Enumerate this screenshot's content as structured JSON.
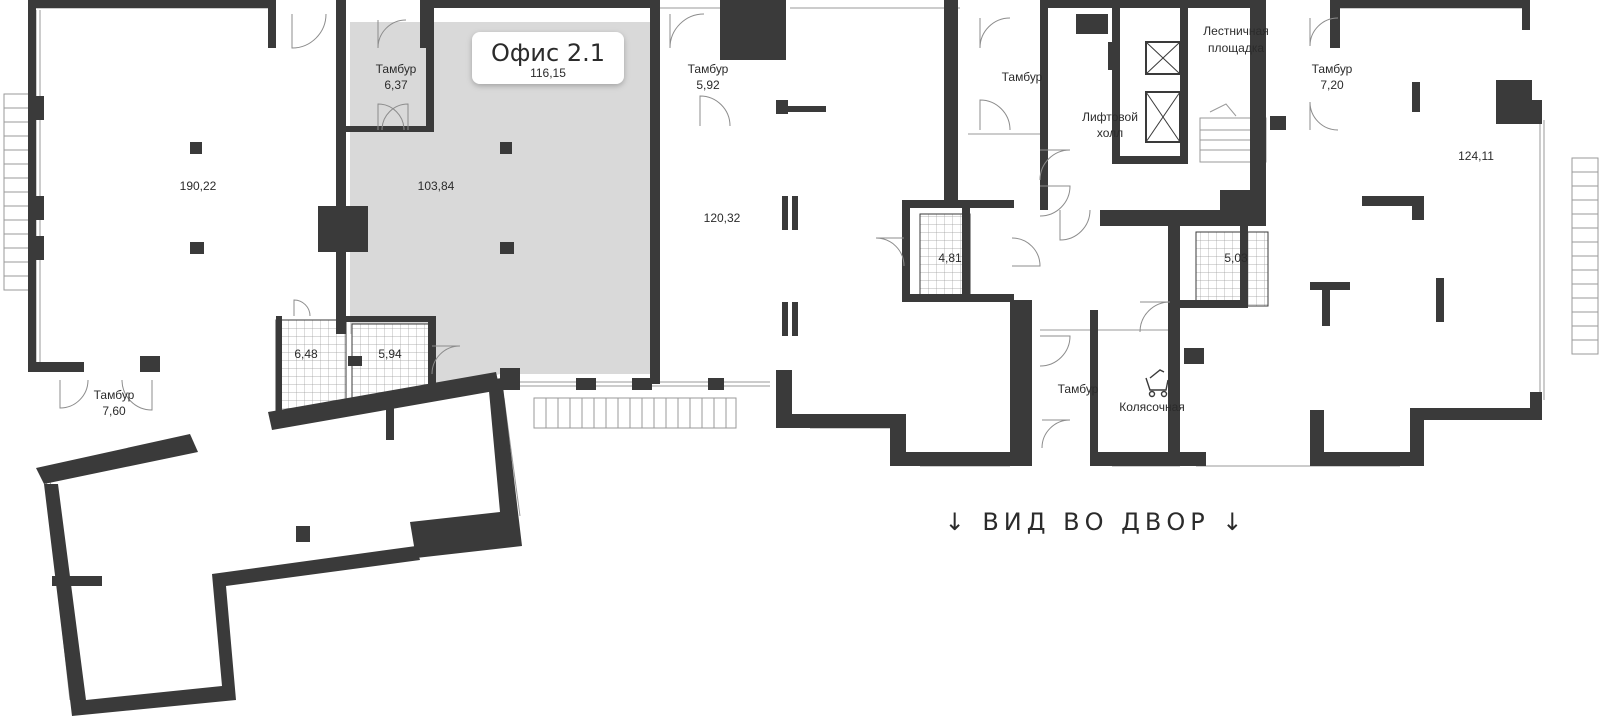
{
  "highlight": {
    "title": "Офис 2.1",
    "area": "116,15",
    "color": "#d9d9d9"
  },
  "rooms": {
    "r190": "190,22",
    "r103": "103,84",
    "r120": "120,32",
    "r124": "124,11",
    "r648": "6,48",
    "r594": "5,94",
    "r481": "4,81",
    "r503": "5,03",
    "vest1_name": "Тамбур",
    "vest1_area": "6,37",
    "vest2_name": "Тамбур",
    "vest2_area": "5,92",
    "vest3_name": "Тамбур",
    "vest4_name": "Тамбур",
    "vest4_area": "7,20",
    "vest5_name": "Тамбур",
    "vest5_area": "7,60",
    "vest6_name": "Тамбур",
    "lift_hall_1": "Лифтовой",
    "lift_hall_2": "холл",
    "stair_1": "Лестничная",
    "stair_2": "площадка",
    "stroller": "Колясочная"
  },
  "view_label": "↓ ВИД ВО ДВОР ↓",
  "colors": {
    "wall": "#3a3a3a",
    "highlight": "#d9d9d9"
  }
}
